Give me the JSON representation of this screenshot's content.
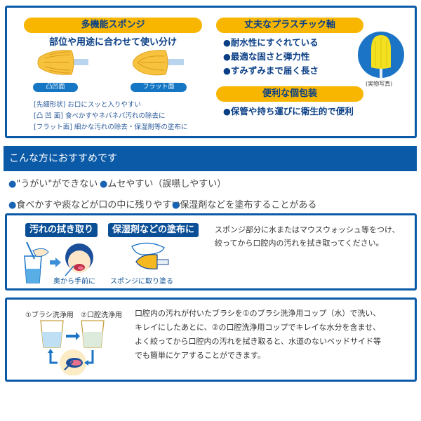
{
  "features_box": {
    "sponge_section": {
      "title": "多機能スポンジ",
      "subtitle": "部位や用途に合わせて使い分け",
      "sponge_labels": [
        "凸凹面",
        "フラット面"
      ],
      "notes": [
        "[先細形状] お口にスッと入りやすい",
        "[凸 凹 面] 食べかすやネバネバ汚れの除去に",
        "[フラット面] 細かな汚れの除去・保湿剤等の塗布に"
      ]
    },
    "shaft_section": {
      "title": "丈夫なプラスチック軸",
      "items": [
        "●耐水性にすぐれている",
        "●最適な固さと弾力性",
        "●すみずみまで届く長さ"
      ]
    },
    "packaging_section": {
      "title": "便利な個包装",
      "items": [
        "●保管や持ち運びに衛生的で便利"
      ]
    },
    "photo_caption": "(実物写真)"
  },
  "recommend": {
    "header": "こんな方におすすめです",
    "items": [
      "\"うがい\"ができない",
      "ムセやすい（誤嚥しやすい）",
      "食べかすや痰などが口の中に残りやすい",
      "保湿剤などを塗布することがある"
    ],
    "bullet": "●"
  },
  "usage_box": {
    "tags": [
      "汚れの拭き取り",
      "保湿剤などの塗布に"
    ],
    "captions": [
      "奥から手前に",
      "スポンジに取り塗る"
    ],
    "text_lines": [
      "スポンジ部分に水またはマウスウォッシュ等をつけ、",
      "絞ってから口腔内の汚れを拭き取ってください。"
    ]
  },
  "cleaning_box": {
    "cup_labels": [
      "①ブラシ洗浄用",
      "②口腔洗浄用"
    ],
    "text_lines": [
      "口腔内の汚れが付いたブラシを①のブラシ洗浄用コップ（水）で洗い、",
      "キレイにしたあとに、②の口腔洗浄用コップでキレイな水分を含ませ、",
      "よく絞ってから口腔内の汚れを拭き取ると、水道のないベッドサイド等",
      "でも簡単にケアすることができます。"
    ]
  },
  "colors": {
    "brand_blue": "#0a5aa8",
    "accent_yellow": "#f8b600",
    "text_navy": "#0a3f86"
  }
}
